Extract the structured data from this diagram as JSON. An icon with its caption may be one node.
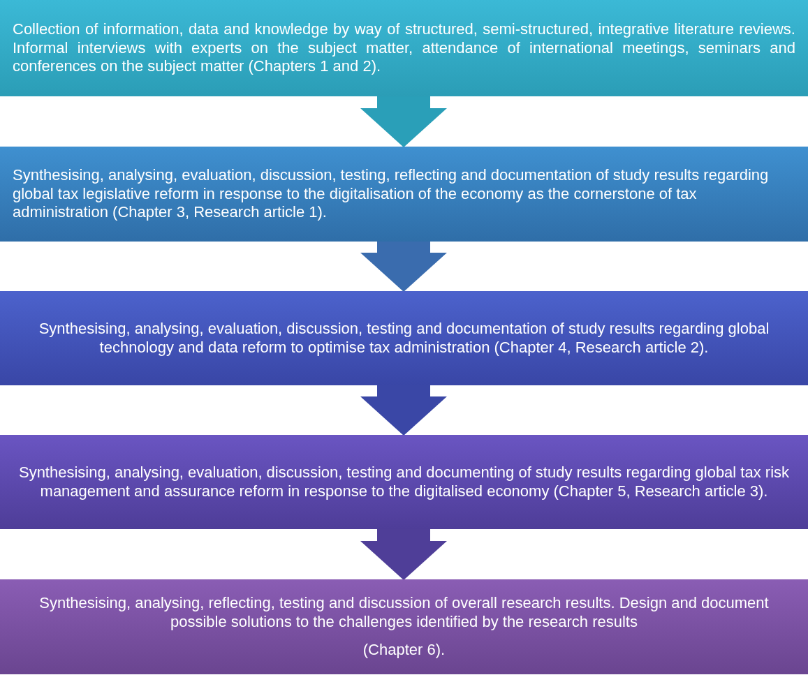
{
  "diagram": {
    "nodes": [
      {
        "text": [
          "Collection of information, data and knowledge by way of structured, semi-structured, integrative literature reviews. Informal interviews with experts on the subject matter, attendance of international meetings, seminars and conferences on the subject matter (Chapters 1 and 2)."
        ]
      },
      {
        "text": [
          "Synthesising, analysing, evaluation, discussion, testing, reflecting and documentation of study results regarding global tax legislative reform in response to the digitalisation of the economy as the cornerstone of tax administration (Chapter 3, Research article 1)."
        ]
      },
      {
        "text": [
          "Synthesising, analysing, evaluation, discussion, testing and documentation of study results regarding global technology and data reform to optimise tax administration (Chapter 4, Research article 2)."
        ]
      },
      {
        "text": [
          "Synthesising, analysing, evaluation, discussion, testing and documenting of study results regarding global tax risk management and assurance reform in response to the digitalised economy (Chapter 5, Research article 3)."
        ]
      },
      {
        "text": [
          "Synthesising, analysing, reflecting, testing and discussion of overall research results. Design and document possible solutions to the challenges identified by the research results",
          "(Chapter 6)."
        ]
      }
    ],
    "edges": [
      {
        "from": 0,
        "to": 1,
        "arrow": "to",
        "color": "#2a9fb8"
      },
      {
        "from": 1,
        "to": 2,
        "arrow": "to",
        "color": "#3a6cae"
      },
      {
        "from": 2,
        "to": 3,
        "arrow": "to",
        "color": "#3a47a6"
      },
      {
        "from": 3,
        "to": 4,
        "arrow": "to",
        "color": "#4f3e98"
      }
    ]
  }
}
